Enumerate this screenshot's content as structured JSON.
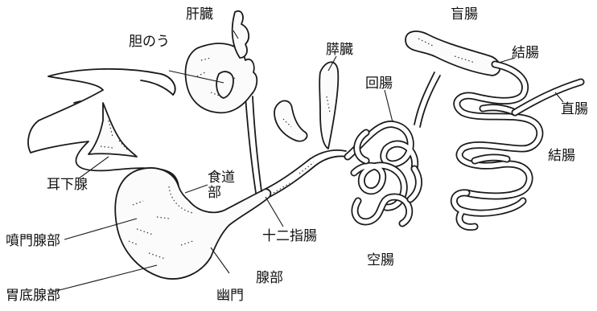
{
  "labels": {
    "liver": "肝臓",
    "gallbladder": "胆のう",
    "pancreas": "膵臓",
    "cecum": "盲腸",
    "colon_upper": "結腸",
    "ileum": "回腸",
    "rectum": "直腸",
    "colon_lower": "結腸",
    "parotid_gland": "耳下腺",
    "esophageal_region": "食道部",
    "cardiac_gland_region": "噴門腺部",
    "duodenum": "十二指腸",
    "jejunum": "空腸",
    "pyloric_gland_region": "腺部",
    "pylorus": "幽門",
    "fundic_gland_region": "胃底腺部"
  }
}
